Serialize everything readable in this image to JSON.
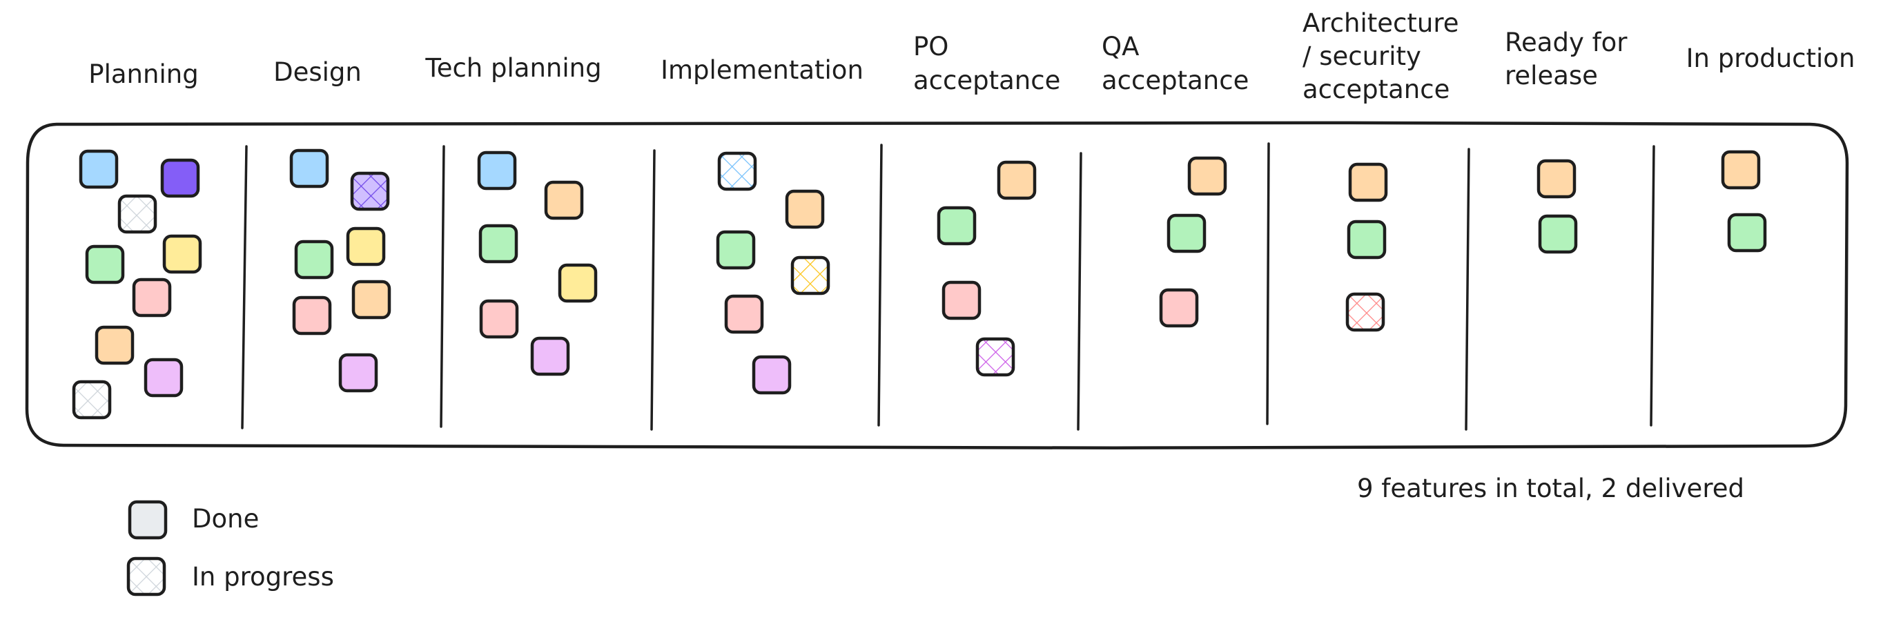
{
  "columns": [
    {
      "label": [
        "Planning"
      ]
    },
    {
      "label": [
        "Design"
      ]
    },
    {
      "label": [
        "Tech planning"
      ]
    },
    {
      "label": [
        "Implementation"
      ]
    },
    {
      "label": [
        "PO",
        "acceptance"
      ]
    },
    {
      "label": [
        "QA",
        "acceptance"
      ]
    },
    {
      "label": [
        "Architecture",
        "/ security",
        "acceptance"
      ]
    },
    {
      "label": [
        "Ready for",
        "release"
      ]
    },
    {
      "label": [
        "In production"
      ]
    }
  ],
  "summary": "9 features in total, 2 delivered",
  "legend": [
    {
      "label": "Done",
      "style": "done"
    },
    {
      "label": "In progress",
      "style": "progress"
    }
  ],
  "colors": {
    "blue": "#a5d8ff",
    "violet": "#845ef7",
    "violet_hatch": "#7048e8",
    "yellow": "#ffec99",
    "yellow_hatch": "#fcc419",
    "green": "#b2f2bb",
    "red": "#ffc9c9",
    "red_hatch": "#ff8787",
    "orange": "#ffd8a8",
    "purple": "#eebefa",
    "purple_hatch": "#cc5de8",
    "blue_hatch": "#74c0fc",
    "grey": "#e9ecef",
    "grey_hatch": "#ced4da",
    "stroke": "#1e1e1e"
  }
}
